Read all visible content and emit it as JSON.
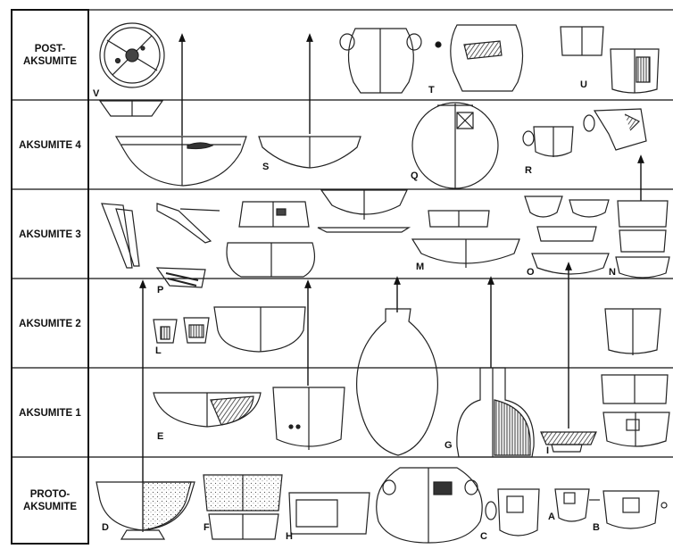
{
  "periods": [
    {
      "label": "POST-\nAKSUMITE"
    },
    {
      "label": "AKSUMITE 4"
    },
    {
      "label": "AKSUMITE 3"
    },
    {
      "label": "AKSUMITE 2"
    },
    {
      "label": "AKSUMITE 1"
    },
    {
      "label": "PROTO-\nAKSUMITE"
    }
  ],
  "vessel_labels": {
    "V": "V",
    "T": "T",
    "U": "U",
    "S": "S",
    "Q": "Q",
    "R": "R",
    "M": "M",
    "O": "O",
    "N": "N",
    "P": "P",
    "L": "L",
    "E": "E",
    "G": "G",
    "I": "I",
    "D": "D",
    "F": "F",
    "H": "H",
    "C": "C",
    "A": "A",
    "B": "B"
  },
  "colors": {
    "line": "#222222",
    "background": "#ffffff",
    "hatch": "#333333"
  }
}
